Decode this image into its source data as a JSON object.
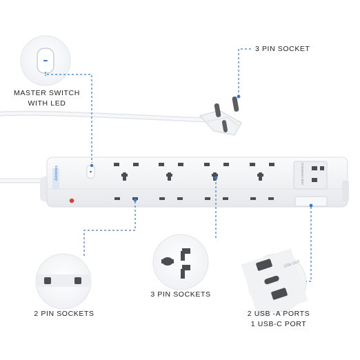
{
  "callouts": {
    "switch_line1": "MASTER SWITCH",
    "switch_line2": "WITH LED",
    "plug": "3 PIN SOCKET",
    "pin3": "3 PIN SOCKETS",
    "pin2": "2 PIN SOCKETS",
    "usb_line1": "2 USB -A PORTS",
    "usb_line2": "1 USB-C PORT"
  },
  "product": {
    "brand_mark": "Zebronics",
    "usb_panel_text": "USB CHARGING",
    "usb_zoom_text": "USB OUT"
  },
  "colors": {
    "leader_line": "#3a78c9",
    "body": "#f4f5f7",
    "socket_dark": "#4a4d52",
    "led_red": "#e53935",
    "switch_led": "#3a78c9"
  },
  "icons": [
    "power-strip",
    "three-pin-plug",
    "master-switch",
    "led-indicator",
    "two-pin-socket",
    "three-pin-socket",
    "usb-port"
  ]
}
